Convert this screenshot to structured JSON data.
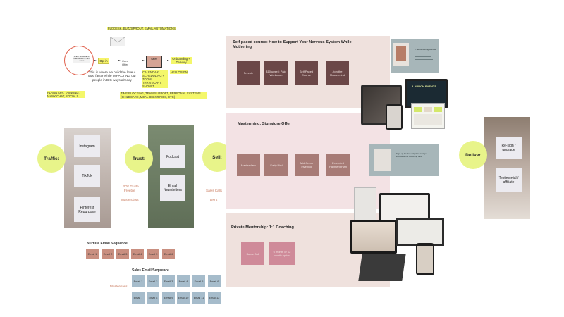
{
  "funnel": {
    "top_tags": "FLODESK, BUZZSPROUT, EMAIL AUTOMATIONS",
    "lead_circle_text": "IG AND REFERRALS / LEAD MAGNETS / ADS / FREE",
    "optin": "Opt in",
    "core_offer": "Core Offer",
    "sales": "Sales",
    "onboarding": "Onboarding + Delivery",
    "hellosign": "HELLOSIGN",
    "calendar_tags": "CALENDAR SCHEDULING + ZOOM, THRIVECART, SHOWIT",
    "love_text": "This is where we build the love + trust factor while IMPACTING our people in BIG ways already",
    "left_tags": "PLANN APP, TAILWIND, MANY CHAT, SOCIALS",
    "bottom_tags": "TIME BLOCKING, TEAM SUPPORT, PERSONAL SYSTEMS (CHILDCARE, MEAL DELIVERIES, ETC)"
  },
  "stages": {
    "traffic": "Traffic:",
    "trust": "Trust:",
    "sell": "Sell:",
    "deliver": "Deliver"
  },
  "traffic_cards": [
    "Instagram",
    "TikTok",
    "Pinterest Repurpose"
  ],
  "trust_cards": [
    "Podcast",
    "Email Newsletters"
  ],
  "trust_labels": {
    "pdf": "PDF Guide",
    "freebie": "Freebie",
    "masterclass": "Masterclass"
  },
  "sell_labels": {
    "sales_calls": "Sales Calls",
    "dms": "DM's"
  },
  "panels": {
    "self_paced": {
      "title": "Self paced course: How to Support Your Nervous System While Mothering",
      "items": [
        "Freebie",
        "$10 upsell: Paid Workshop",
        "Self Paced Course",
        "Join the Mastermind"
      ]
    },
    "mastermind": {
      "title": "Mastermind: Signature Offer",
      "items": [
        "Masterclass",
        "Early Bird",
        "Mid Gump Invenitor",
        "Extended Payment Plan"
      ]
    },
    "mentorship": {
      "title": "Private Mentorship: 1:1 Coaching",
      "items": [
        "Sales Call",
        "6 month or 12 month option"
      ]
    }
  },
  "mockups": {
    "bundle_title": "The Marketing Bundle",
    "launch_events": "LAUNCH EVENTS",
    "signup_text": "Sign up for the early bird and get exclusive 1:1 coaching calls"
  },
  "deliver_cards": [
    "Re-sign / upgrade",
    "Testimonial / affiliate"
  ],
  "nurture": {
    "title": "Nurture Email Sequence",
    "emails": [
      "Email 1",
      "Email 2",
      "Email 3",
      "Email 4",
      "Email 5",
      "Email 6"
    ]
  },
  "sales_seq": {
    "title": "Sales Email Sequence",
    "label": "Masterclass",
    "row1": [
      "Email 1",
      "Email 2",
      "Email 3",
      "Email 4",
      "Email 5",
      "Email 6"
    ],
    "row2": [
      "Email 7",
      "Email 8",
      "Email 9",
      "Email 10",
      "Email 11",
      "Email 12"
    ]
  },
  "colors": {
    "circle": "#e8f48a",
    "highlight": "#f4f76a",
    "panel_tan": "#efe1dd",
    "panel_pink": "#f3e2e4",
    "maroon": "#6b4747",
    "rose": "#a77b76",
    "pink": "#cf8a99",
    "nurture": "#c98f80",
    "sales": "#a6bccb"
  }
}
